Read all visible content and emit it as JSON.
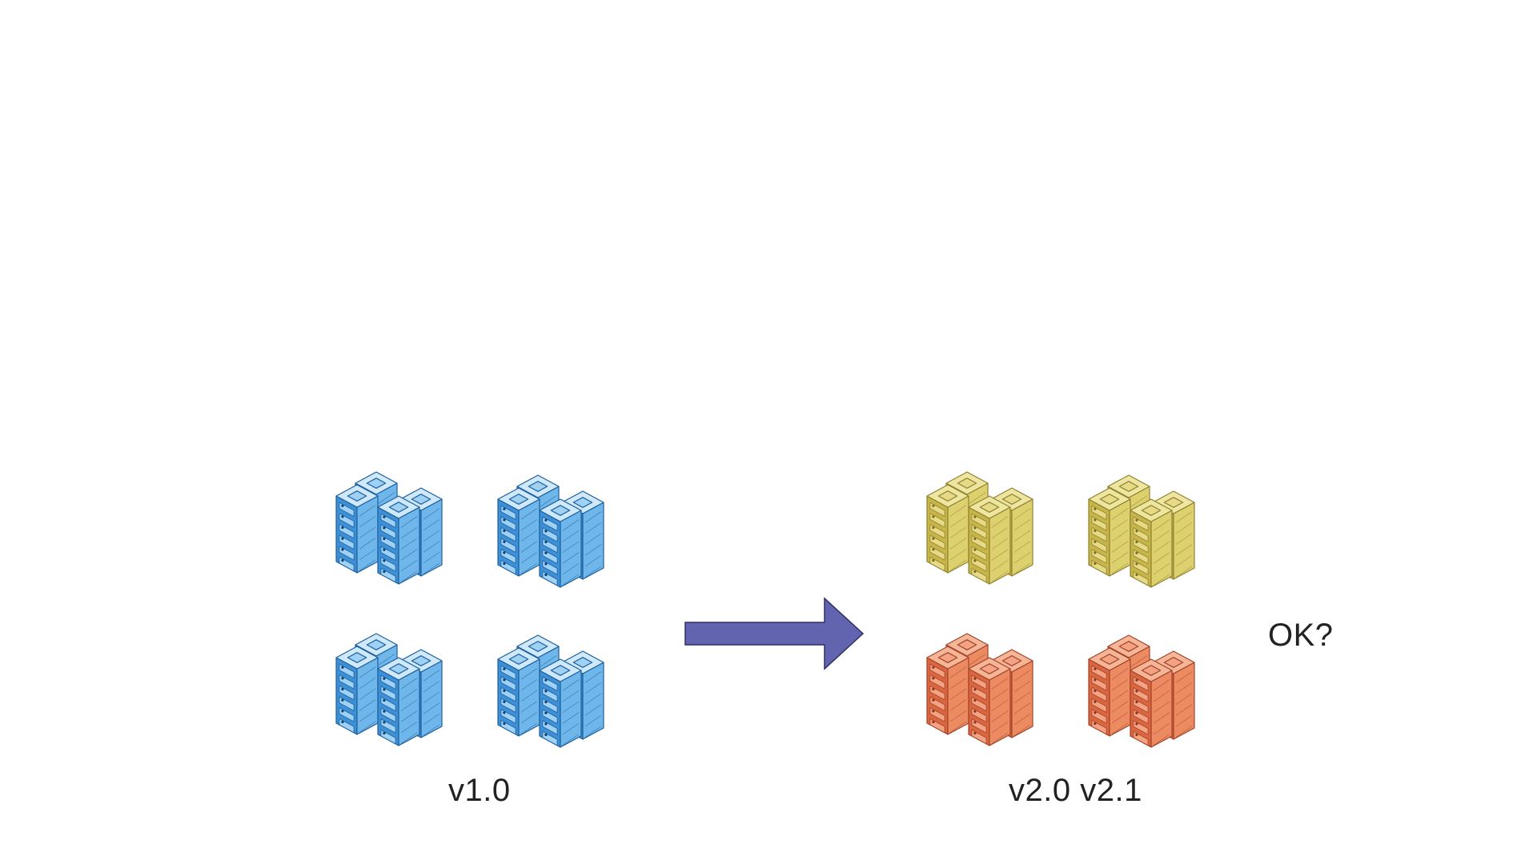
{
  "labels": {
    "left_version": "v1.0",
    "right_versions": "v2.0 v2.1",
    "question": "OK?"
  },
  "colors": {
    "blue": {
      "front": "#3d8fd6",
      "side": "#6fb6ea",
      "top": "#cfe9fb",
      "edge": "#1d5f9c",
      "slot": "#9fd1f4",
      "accent": "#0d3f70"
    },
    "yellow": {
      "front": "#c7b54a",
      "side": "#ddd06e",
      "top": "#eee5a0",
      "edge": "#8f8230",
      "slot": "#e6da86",
      "accent": "#7c7020"
    },
    "orange": {
      "front": "#d9663f",
      "side": "#ec8a62",
      "top": "#f5b597",
      "edge": "#a2432a",
      "slot": "#f3a283",
      "accent": "#8a361f"
    },
    "arrow_fill": "#6264b0",
    "arrow_stroke": "#2f2f66"
  },
  "clusters": [
    {
      "name": "v1-cluster-top-left",
      "color": "blue"
    },
    {
      "name": "v1-cluster-top-right",
      "color": "blue"
    },
    {
      "name": "v1-cluster-bottom-left",
      "color": "blue"
    },
    {
      "name": "v1-cluster-bottom-right",
      "color": "blue"
    },
    {
      "name": "v2-cluster-top-left",
      "color": "yellow"
    },
    {
      "name": "v2-cluster-top-right",
      "color": "yellow"
    },
    {
      "name": "v2-cluster-bottom-left",
      "color": "orange"
    },
    {
      "name": "v2-cluster-bottom-right",
      "color": "orange"
    }
  ]
}
